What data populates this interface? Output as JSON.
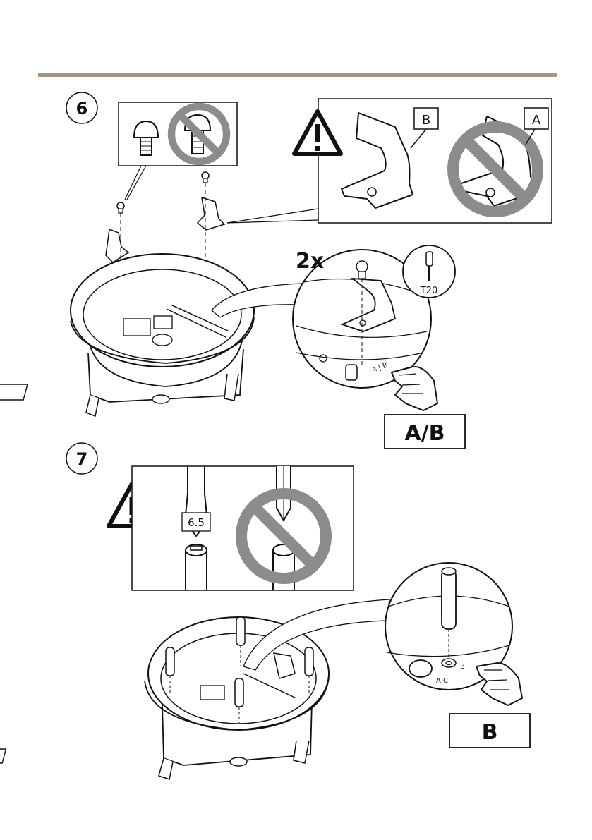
{
  "steps": [
    {
      "number": "6",
      "warning_labels": {
        "good": "B",
        "bad": "A"
      },
      "count": "2x",
      "tool": "T20",
      "setting": "A/B"
    },
    {
      "number": "7",
      "screwdriver_size": "6.5",
      "setting": "B"
    }
  ],
  "icons": [
    "warning-icon",
    "prohibited-icon",
    "screw-icon",
    "screwdriver-icon",
    "pointing-hand-icon"
  ]
}
